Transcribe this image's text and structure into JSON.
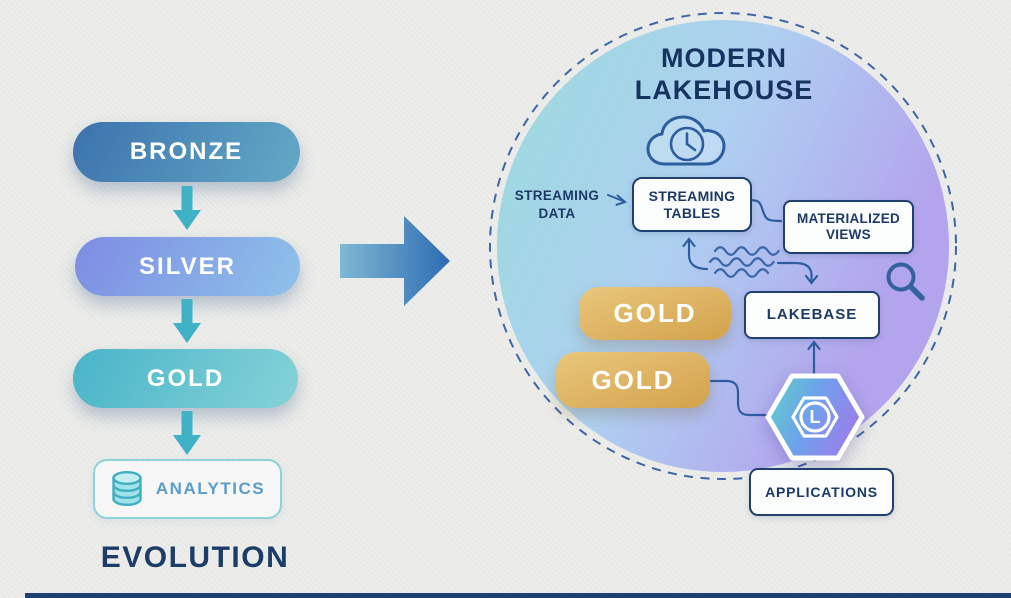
{
  "evolution": {
    "stages": [
      "BRONZE",
      "SILVER",
      "GOLD"
    ],
    "analytics_label": "ANALYTICS",
    "caption": "EVOLUTION"
  },
  "lakehouse": {
    "title_line1": "MODERN",
    "title_line2": "LAKEHOUSE",
    "streaming_data_line1": "STREAMING",
    "streaming_data_line2": "DATA",
    "streaming_tables_line1": "STREAMING",
    "streaming_tables_line2": "TABLES",
    "materialized_views_line1": "MATERIALIZED",
    "materialized_views_line2": "VIEWS",
    "lakebase_label": "LAKEBASE",
    "applications_label": "APPLICATIONS",
    "gold_pill_1": "GOLD",
    "gold_pill_2": "GOLD",
    "hexagon_letter": "L"
  },
  "icons": {
    "cloud_clock": "cloud-with-clock",
    "magnifier": "magnifying-glass",
    "database": "database-cylinder",
    "waves": "stream-waves",
    "hexagon_logo": "lakebase-hexagon-logo"
  },
  "colors": {
    "navy_text": "#1c3d68",
    "box_border": "#22406e",
    "line_blue": "#33619f",
    "dashed_circle": "#3b66a8",
    "teal_arrow": "#3fb2c5",
    "bronze_gradient": [
      "#3c72ad",
      "#64a9c6"
    ],
    "silver_gradient": [
      "#7d8ce3",
      "#8ec2e9"
    ],
    "gold_left_gradient": [
      "#49b4c8",
      "#85d3d7"
    ],
    "gold_right_gradient": [
      "#e9c77c",
      "#d2a24b"
    ],
    "circle_gradient": [
      "#9cdadd",
      "#aed0f0",
      "#b3a5ed"
    ],
    "hexagon_gradient": [
      "#5bd3c8",
      "#6fa0ec",
      "#9780ea"
    ],
    "analytics_border": "#8ed2da",
    "analytics_text": "#5b9ccd"
  }
}
